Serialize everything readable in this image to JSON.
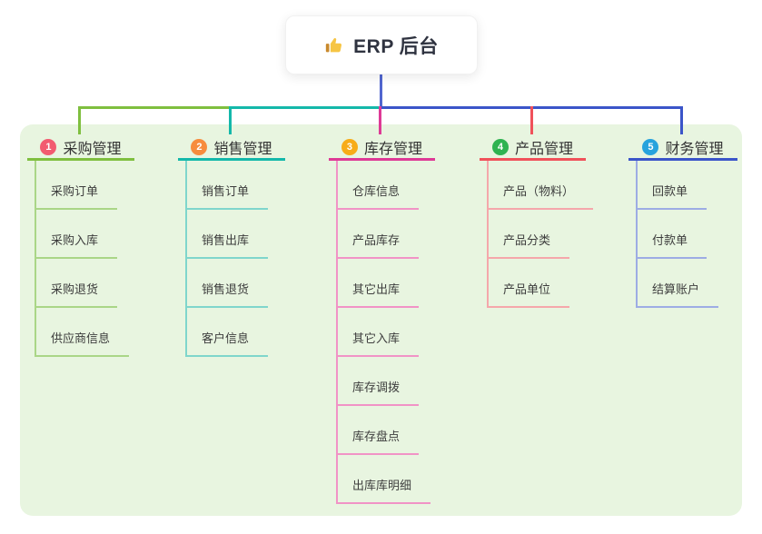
{
  "root": {
    "label": "ERP 后台",
    "icon": "thumbs-up-icon",
    "connector_color": "#5166cf"
  },
  "canvas": {
    "panel_bg": "#e8f5e0",
    "page_bg": "#ffffff"
  },
  "branches": [
    {
      "number": "1",
      "label": "采购管理",
      "badge_color": "#f25b70",
      "line_color": "#7fbf3f",
      "child_line_color": "#aad687",
      "children": [
        "采购订单",
        "采购入库",
        "采购退货",
        "供应商信息"
      ]
    },
    {
      "number": "2",
      "label": "销售管理",
      "badge_color": "#f78c3d",
      "line_color": "#14b8aa",
      "child_line_color": "#7fd6cc",
      "children": [
        "销售订单",
        "销售出库",
        "销售退货",
        "客户信息"
      ]
    },
    {
      "number": "3",
      "label": "库存管理",
      "badge_color": "#f7ac18",
      "line_color": "#de3a96",
      "child_line_color": "#f193c6",
      "children": [
        "仓库信息",
        "产品库存",
        "其它出库",
        "其它入库",
        "库存调拨",
        "库存盘点",
        "出库库明细"
      ]
    },
    {
      "number": "4",
      "label": "产品管理",
      "badge_color": "#2fb351",
      "line_color": "#f0515a",
      "child_line_color": "#f5a7ab",
      "children": [
        "产品（物料）",
        "产品分类",
        "产品单位"
      ]
    },
    {
      "number": "5",
      "label": "财务管理",
      "badge_color": "#27a3dd",
      "line_color": "#3b55c9",
      "child_line_color": "#9dace4",
      "children": [
        "回款单",
        "付款单",
        "结算账户"
      ]
    }
  ]
}
